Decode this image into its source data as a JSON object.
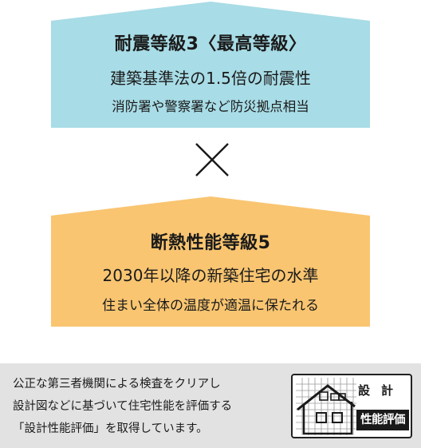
{
  "house1": {
    "title": "耐震等級3〈最高等級〉",
    "line2": "建築基準法の1.5倍の耐震性",
    "line3": "消防署や警察署など防災拠点相当",
    "color": "#a8dce6"
  },
  "operator": {
    "icon": "times-icon"
  },
  "house2": {
    "title": "断熱性能等級5",
    "line2": "2030年以降の新築住宅の水準",
    "line3": "住まい全体の温度が適温に保たれる",
    "color": "#f9c571"
  },
  "footer": {
    "lines": [
      "公正な第三者機関による検査をクリアし",
      "設計図などに基づいて住宅性能を評価する",
      "「設計性能評価」を取得しています。"
    ],
    "badge": {
      "top_label": "設計",
      "bottom_label": "性能評価",
      "icon": "house-grid-icon"
    },
    "background": "#e2e2e2"
  }
}
